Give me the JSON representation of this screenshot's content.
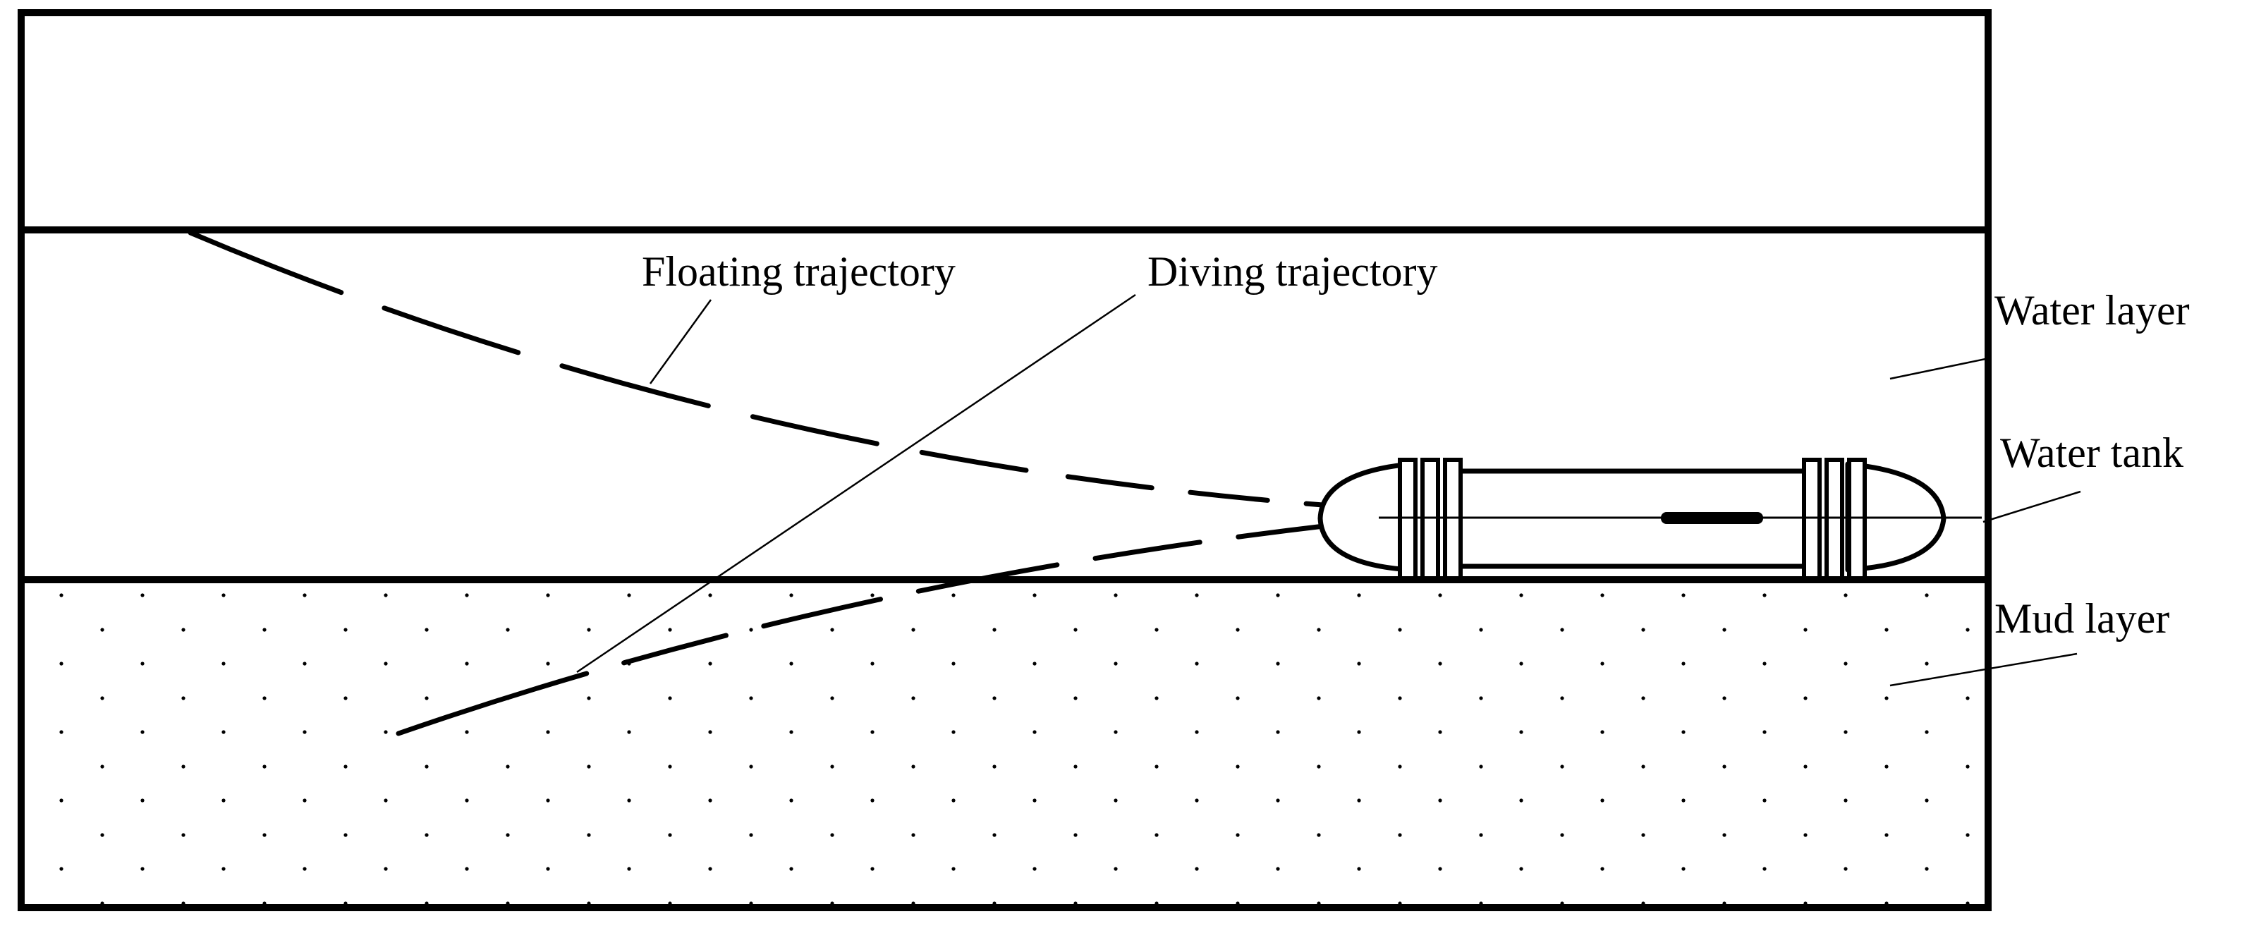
{
  "diagram": {
    "labels": {
      "floating_trajectory": "Floating trajectory",
      "diving_trajectory": "Diving trajectory",
      "water_layer": "Water layer",
      "water_tank": "Water tank",
      "mud_layer": "Mud layer"
    }
  }
}
